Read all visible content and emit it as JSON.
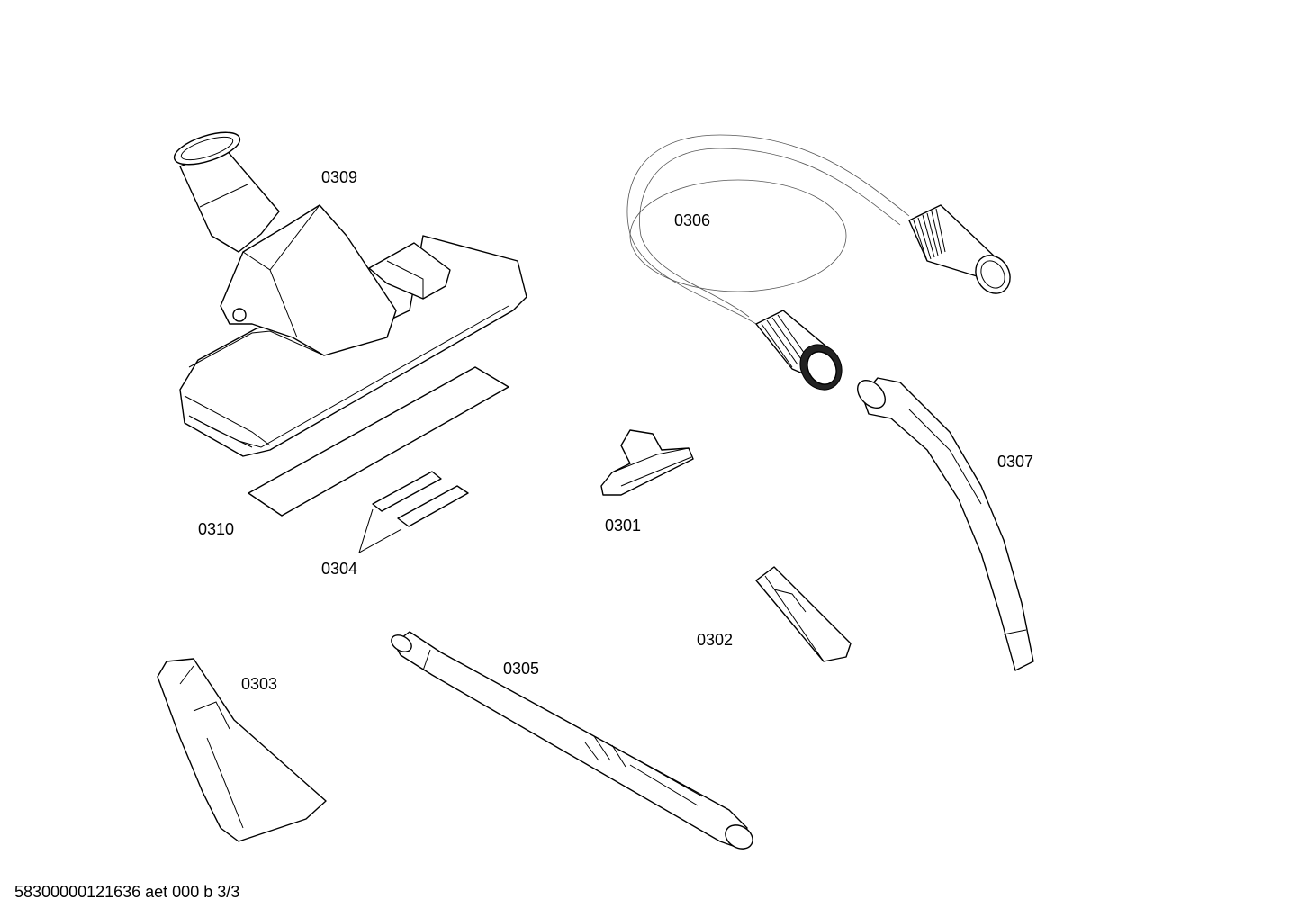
{
  "parts": [
    {
      "id": "0301",
      "label": "0301"
    },
    {
      "id": "0302",
      "label": "0302"
    },
    {
      "id": "0303",
      "label": "0303"
    },
    {
      "id": "0304",
      "label": "0304"
    },
    {
      "id": "0305",
      "label": "0305"
    },
    {
      "id": "0306",
      "label": "0306"
    },
    {
      "id": "0307",
      "label": "0307"
    },
    {
      "id": "0309",
      "label": "0309"
    },
    {
      "id": "0310",
      "label": "0310"
    }
  ],
  "footer": {
    "text": "58300000121636 aet 000 b 3/3"
  }
}
